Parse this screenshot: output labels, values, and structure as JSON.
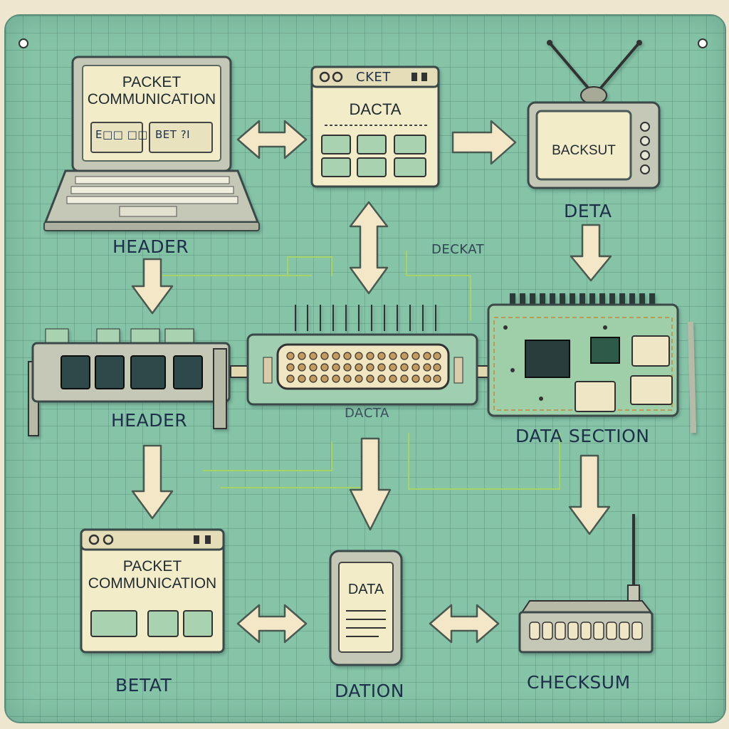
{
  "laptop": {
    "screen_title": "PACKET COMMUNICATION",
    "cell_a": "E□□ □□",
    "cell_b": "BET ?I"
  },
  "top_window": {
    "header_text": "CKET",
    "title": "DACTA"
  },
  "tv": {
    "screen_text": "BACKSUT"
  },
  "phone": {
    "screen_text": "DATA"
  },
  "bottom_window": {
    "screen_title": "PACKET COMMUNICATION"
  },
  "labels": {
    "laptop": "HEADER",
    "router": "HEADER",
    "tv": "DETA",
    "circuit": "DATA SECTION",
    "connector": "DAСTA",
    "wire_note": "DECKAT",
    "bottom_window": "BETAT",
    "phone": "DATION",
    "modem": "CHECKSUM"
  },
  "colors": {
    "board": "#86c4a8",
    "device": "#c6c8b7",
    "screen": "#f3ecc9",
    "arrow": "#f3e7c8",
    "wire": "#a8d26a",
    "text": "#1e2f4a"
  }
}
